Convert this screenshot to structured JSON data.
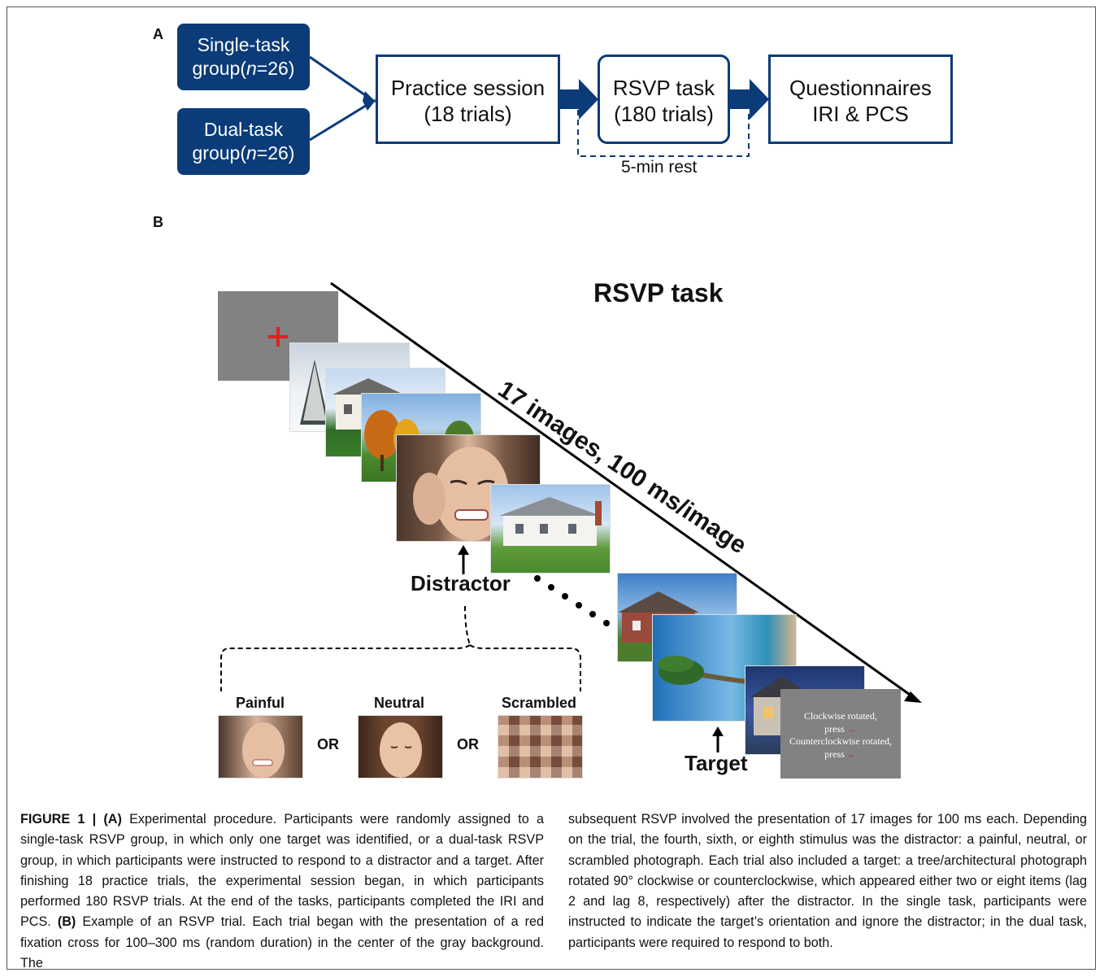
{
  "panel_a": {
    "letter": "A",
    "single_group": {
      "line1": "Single-task",
      "line2_prefix": "group(",
      "n_italic": "n",
      "line2_suffix": "=26)"
    },
    "dual_group": {
      "line1": "Dual-task",
      "line2_prefix": "group(",
      "n_italic": "n",
      "line2_suffix": "=26)"
    },
    "practice": {
      "line1": "Practice session",
      "line2": "(18 trials)"
    },
    "rsvp": {
      "line1": "RSVP task",
      "line2": "(180 trials)"
    },
    "questionnaires": {
      "line1": "Questionnaires",
      "line2": "IRI & PCS"
    },
    "rest_label": "5-min rest",
    "colors": {
      "navy": "#0b3b78"
    }
  },
  "panel_b": {
    "letter": "B",
    "title": "RSVP task",
    "diagonal_label": "17 images, 100 ms/image",
    "distractor_label": "Distractor",
    "target_label": "Target",
    "options": {
      "painful": "Painful",
      "neutral": "Neutral",
      "scrambled": "Scrambled",
      "or": "OR"
    },
    "response_screen": {
      "line1": "Clockwise rotated,",
      "line2": "press",
      "arrow_right": "→",
      "line3": "Counterclockwise rotated,",
      "line4": "press",
      "arrow_left": "←"
    },
    "colors": {
      "fixation": "#e02020",
      "gray": "#828282"
    }
  },
  "caption": {
    "label": "FIGURE 1 |",
    "a_tag": "(A)",
    "a_text": " Experimental procedure. Participants were randomly assigned to a single-task RSVP group, in which only one target was identified, or a dual-task RSVP group, in which participants were instructed to respond to a distractor and a target. After finishing 18 practice trials, the experimental session began, in which participants performed 180 RSVP trials. At the end of the tasks, participants completed the IRI and PCS. ",
    "b_tag": "(B)",
    "b_text": " Example of an RSVP trial. Each trial began with the presentation of a red fixation cross for 100–300 ms (random duration) in the center of the gray background. The",
    "right_text": "subsequent RSVP involved the presentation of 17 images for 100 ms each. Depending on the trial, the fourth, sixth, or eighth stimulus was the distractor: a painful, neutral, or scrambled photograph. Each trial also included a target: a tree/architectural photograph rotated 90° clockwise or counterclockwise, which appeared either two or eight items (lag 2 and lag 8, respectively) after the distractor. In the single task, participants were instructed to indicate the target’s orientation and ignore the distractor; in the dual task, participants were required to respond to both."
  }
}
